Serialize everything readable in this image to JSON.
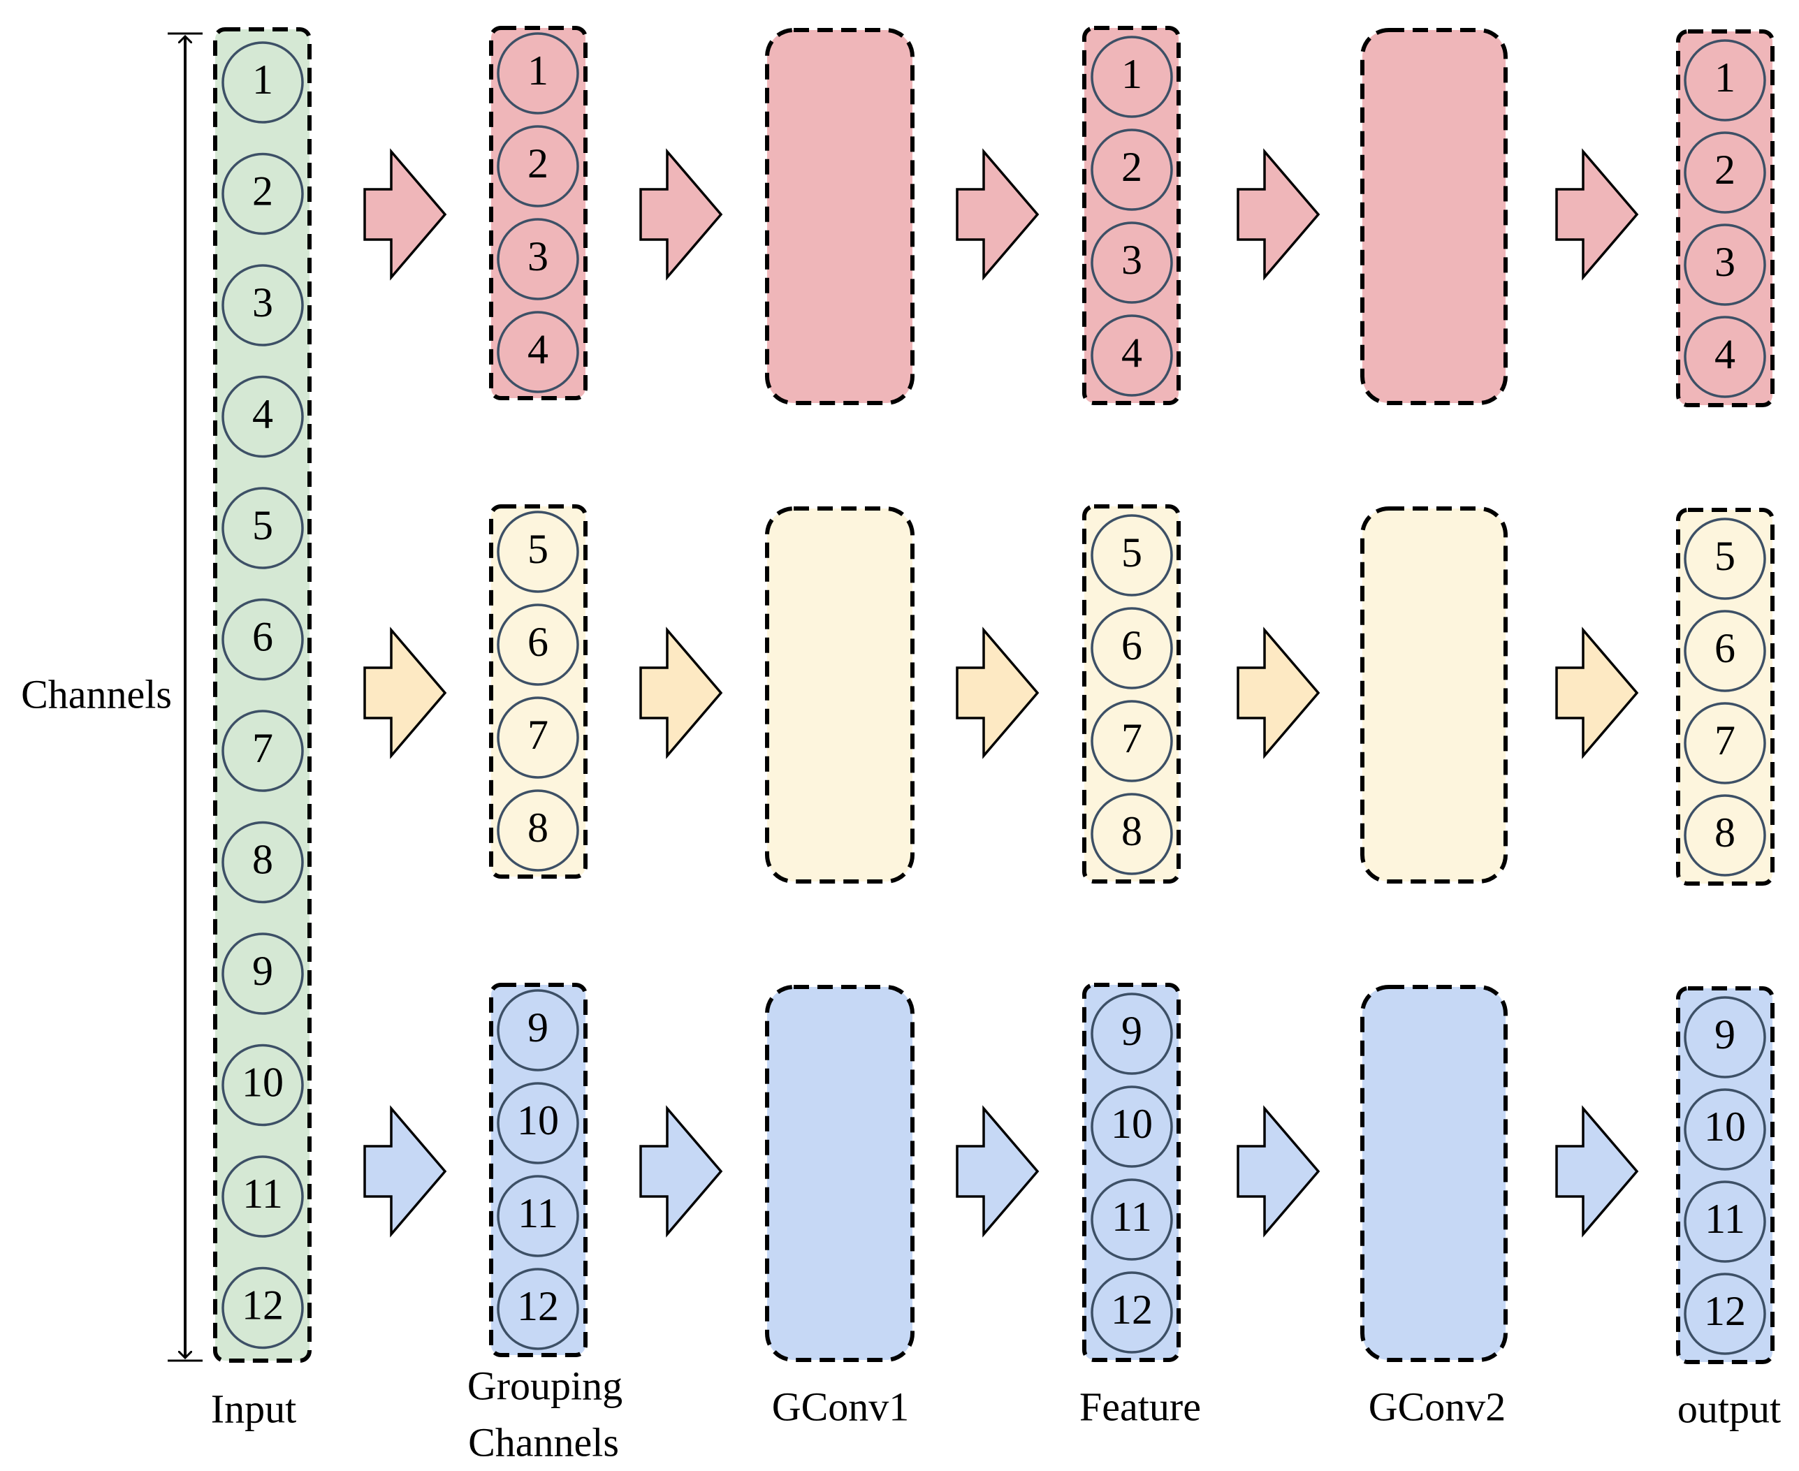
{
  "diagram": {
    "axis_label": "Channels",
    "colors": {
      "input": "#d5e8d4",
      "group1": "#efb6b9",
      "group2": "#fdf5dd",
      "group3": "#c6d8f5",
      "arrow1": "#efb6b9",
      "arrow2": "#fde9c3",
      "arrow3": "#c6d8f5",
      "circle_stroke": "#3d5066",
      "border": "#000000"
    },
    "input_channels": [
      "1",
      "2",
      "3",
      "4",
      "5",
      "6",
      "7",
      "8",
      "9",
      "10",
      "11",
      "12"
    ],
    "groups": [
      {
        "channels": [
          "1",
          "2",
          "3",
          "4"
        ]
      },
      {
        "channels": [
          "5",
          "6",
          "7",
          "8"
        ]
      },
      {
        "channels": [
          "9",
          "10",
          "11",
          "12"
        ]
      }
    ],
    "labels": {
      "input": "Input",
      "grouping_line1": "Grouping",
      "grouping_line2": "Channels",
      "gconv1": "GConv1",
      "feature": "Feature",
      "gconv2": "GConv2",
      "output": "output"
    }
  }
}
